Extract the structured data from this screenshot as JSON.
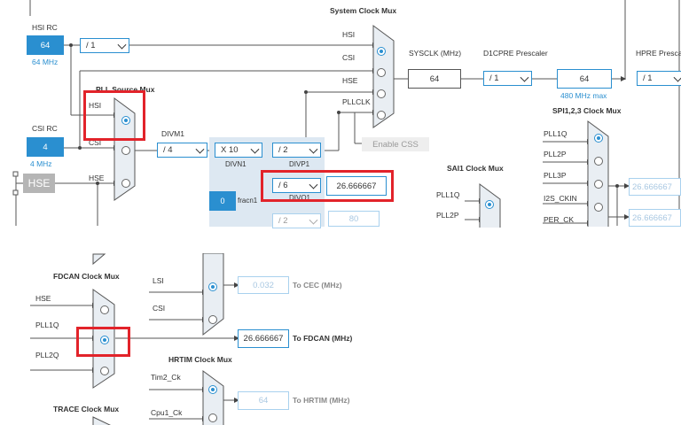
{
  "top": {
    "system_clock_mux_title": "System Clock Mux",
    "hsi_rc_label": "HSI RC",
    "hsi_rc_value": "64",
    "hsi_rc_freq": "64 MHz",
    "hsi_div": "/ 1",
    "pll_source_mux_title": "PLL Source Mux",
    "pll_hsi_label": "HSI",
    "pll_csi_label": "CSI",
    "pll_hse_label": "HSE",
    "csi_rc_label": "CSI RC",
    "csi_rc_value": "4",
    "csi_rc_freq": "4 MHz",
    "hse_box": "HSE",
    "divm1_label": "DIVM1",
    "divm1_value": "/ 4",
    "divn1_value": "X 10",
    "divn1_label": "DIVN1",
    "fracn1_value": "0",
    "fracn1_label": "fracn1",
    "divp1_value": "/ 2",
    "divp1_label": "DIVP1",
    "divq1_value": "/ 6",
    "divq1_label": "DIVQ1",
    "divq1_freq": "26.666667",
    "divr1_value": "/ 2",
    "divr1_freq": "80",
    "sys_mux_hsi": "HSI",
    "sys_mux_csi": "CSI",
    "sys_mux_hse": "HSE",
    "sys_mux_pllclk": "PLLCLK",
    "enable_css": "Enable CSS",
    "sysclk_label": "SYSCLK (MHz)",
    "sysclk_value": "64",
    "d1cpre_label": "D1CPRE Prescaler",
    "d1cpre_value": "/ 1",
    "cpu_freq": "64",
    "cpu_max": "480 MHz max",
    "hpre_label": "HPRE Prescaler",
    "hpre_value": "/ 1",
    "sai1_mux_title": "SAI1 Clock Mux",
    "sai1_pll1q": "PLL1Q",
    "sai1_pll2p": "PLL2P",
    "spi_mux_title": "SPI1,2,3 Clock Mux",
    "spi_pll1q": "PLL1Q",
    "spi_pll2p": "PLL2P",
    "spi_pll3p": "PLL3P",
    "spi_i2s": "I2S_CKIN",
    "spi_per": "PER_CK",
    "spi_out1": "26.666667",
    "spi_out2": "26.666667"
  },
  "bottom": {
    "fdcan_mux_title": "FDCAN Clock Mux",
    "fdcan_hse": "HSE",
    "fdcan_pll1q": "PLL1Q",
    "fdcan_pll2q": "PLL2Q",
    "cec_lsi": "LSI",
    "cec_csi": "CSI",
    "cec_value": "0.032",
    "cec_label": "To CEC (MHz)",
    "fdcan_value": "26.666667",
    "fdcan_label": "To FDCAN (MHz)",
    "hrtim_mux_title": "HRTIM Clock Mux",
    "hrtim_tim2": "Tim2_Ck",
    "hrtim_cpu1": "Cpu1_Ck",
    "hrtim_value": "64",
    "hrtim_label": "To HRTIM (MHz)",
    "trace_mux_title": "TRACE Clock Mux"
  },
  "colors": {
    "accent": "#2a8fd0",
    "highlight": "#e2232a",
    "panel": "#dde8f2"
  }
}
